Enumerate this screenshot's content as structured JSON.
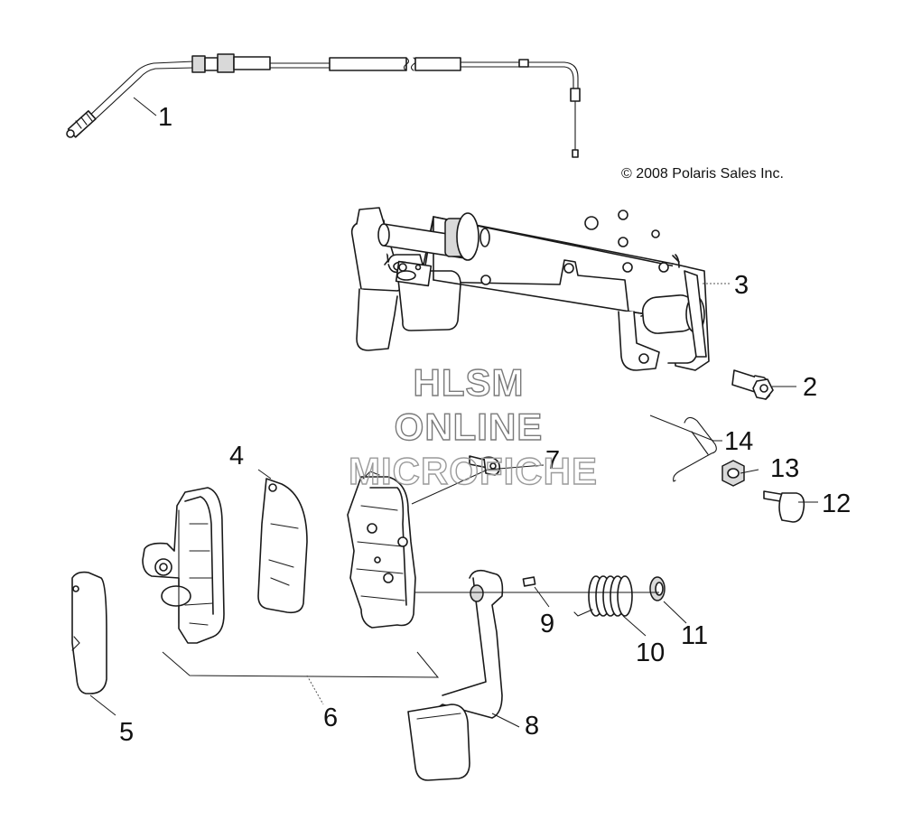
{
  "copyright": "© 2008 Polaris Sales Inc.",
  "watermark": {
    "line1": "HLSM",
    "line2": "ONLINE",
    "line3": "MICROFICHE"
  },
  "callouts": [
    "1",
    "2",
    "3",
    "4",
    "5",
    "6",
    "7",
    "8",
    "9",
    "10",
    "11",
    "12",
    "13",
    "14"
  ],
  "colors": {
    "line": "#1a1a1a",
    "part_shade": "#d9d9d9",
    "watermark": "#9a9a9a"
  }
}
